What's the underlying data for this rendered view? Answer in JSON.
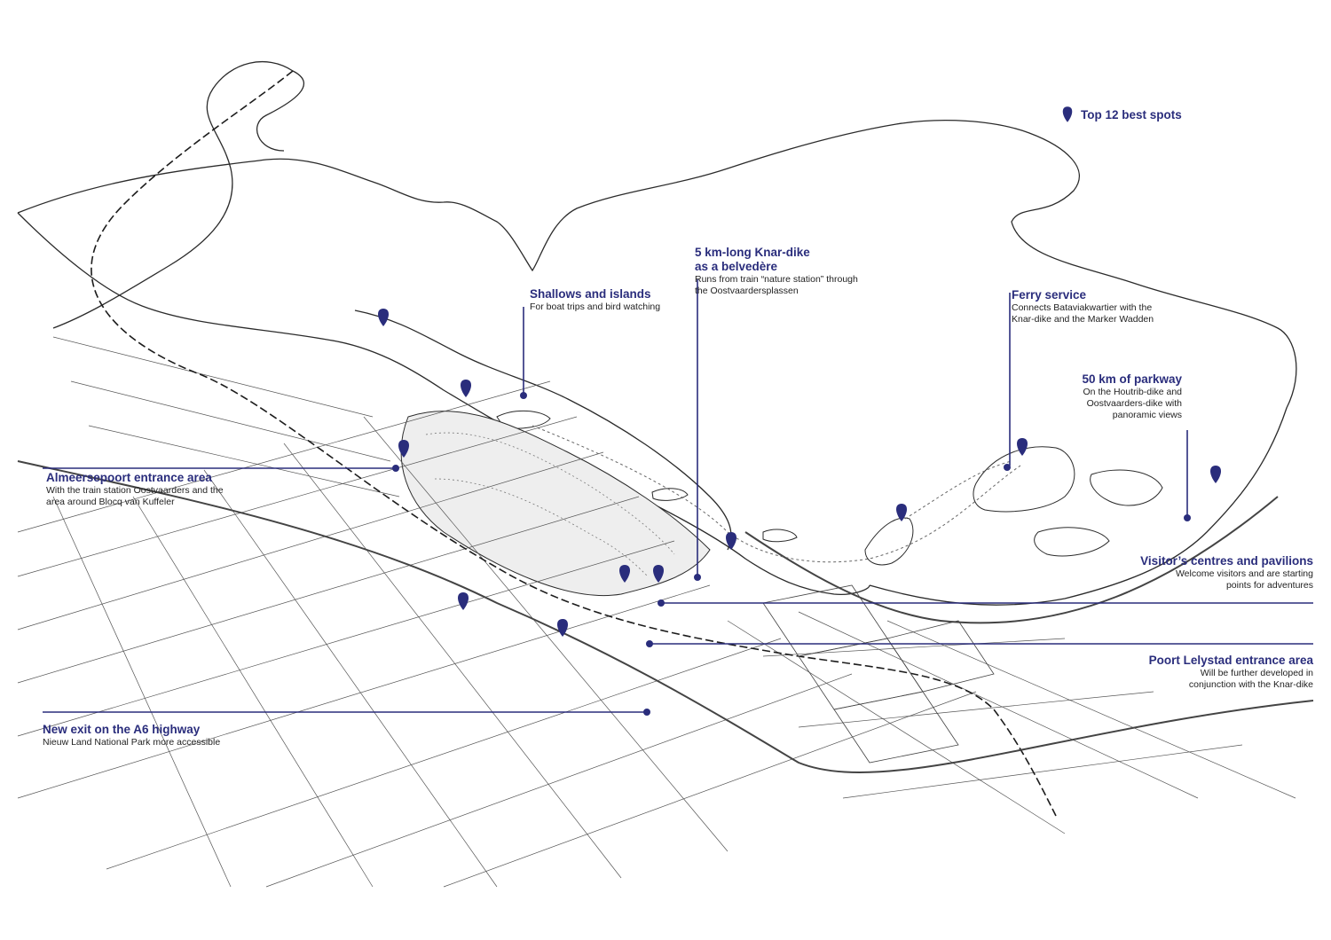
{
  "colors": {
    "accent": "#2a2d7c",
    "ink": "#2b2b2b",
    "paper": "#ffffff"
  },
  "legend": {
    "icon": "map-pin-icon",
    "label": "Top 12 best spots"
  },
  "annotations": {
    "shallows": {
      "title": "Shallows and islands",
      "desc": "For boat trips and bird watching"
    },
    "knar": {
      "title1": "5 km-long Knar-dike",
      "title2": "as a belvedère",
      "desc1": "Runs from train “nature station” through",
      "desc2": "the Oostvaardersplassen"
    },
    "ferry": {
      "title": "Ferry service",
      "desc1": "Connects Bataviakwartier with the",
      "desc2": "Knar-dike and the Marker Wadden"
    },
    "parkway": {
      "title": "50 km of parkway",
      "desc1": "On the Houtrib-dike and",
      "desc2": "Oostvaarders-dike with",
      "desc3": "panoramic views"
    },
    "almeerse": {
      "title": "Almeersepoort entrance area",
      "desc1": "With the train station Oostvaarders and the",
      "desc2": "area around Blocq van Kuffeler"
    },
    "visitors": {
      "title": "Visitor’s centres and pavilions",
      "desc1": "Welcome visitors and are starting",
      "desc2": "points for adventures"
    },
    "poort": {
      "title": "Poort Lelystad entrance area",
      "desc1": "Will be further developed in",
      "desc2": "conjunction with the Knar-dike"
    },
    "a6": {
      "title": "New exit on the A6 highway",
      "desc": "Nieuw Land National Park more accessible"
    }
  }
}
